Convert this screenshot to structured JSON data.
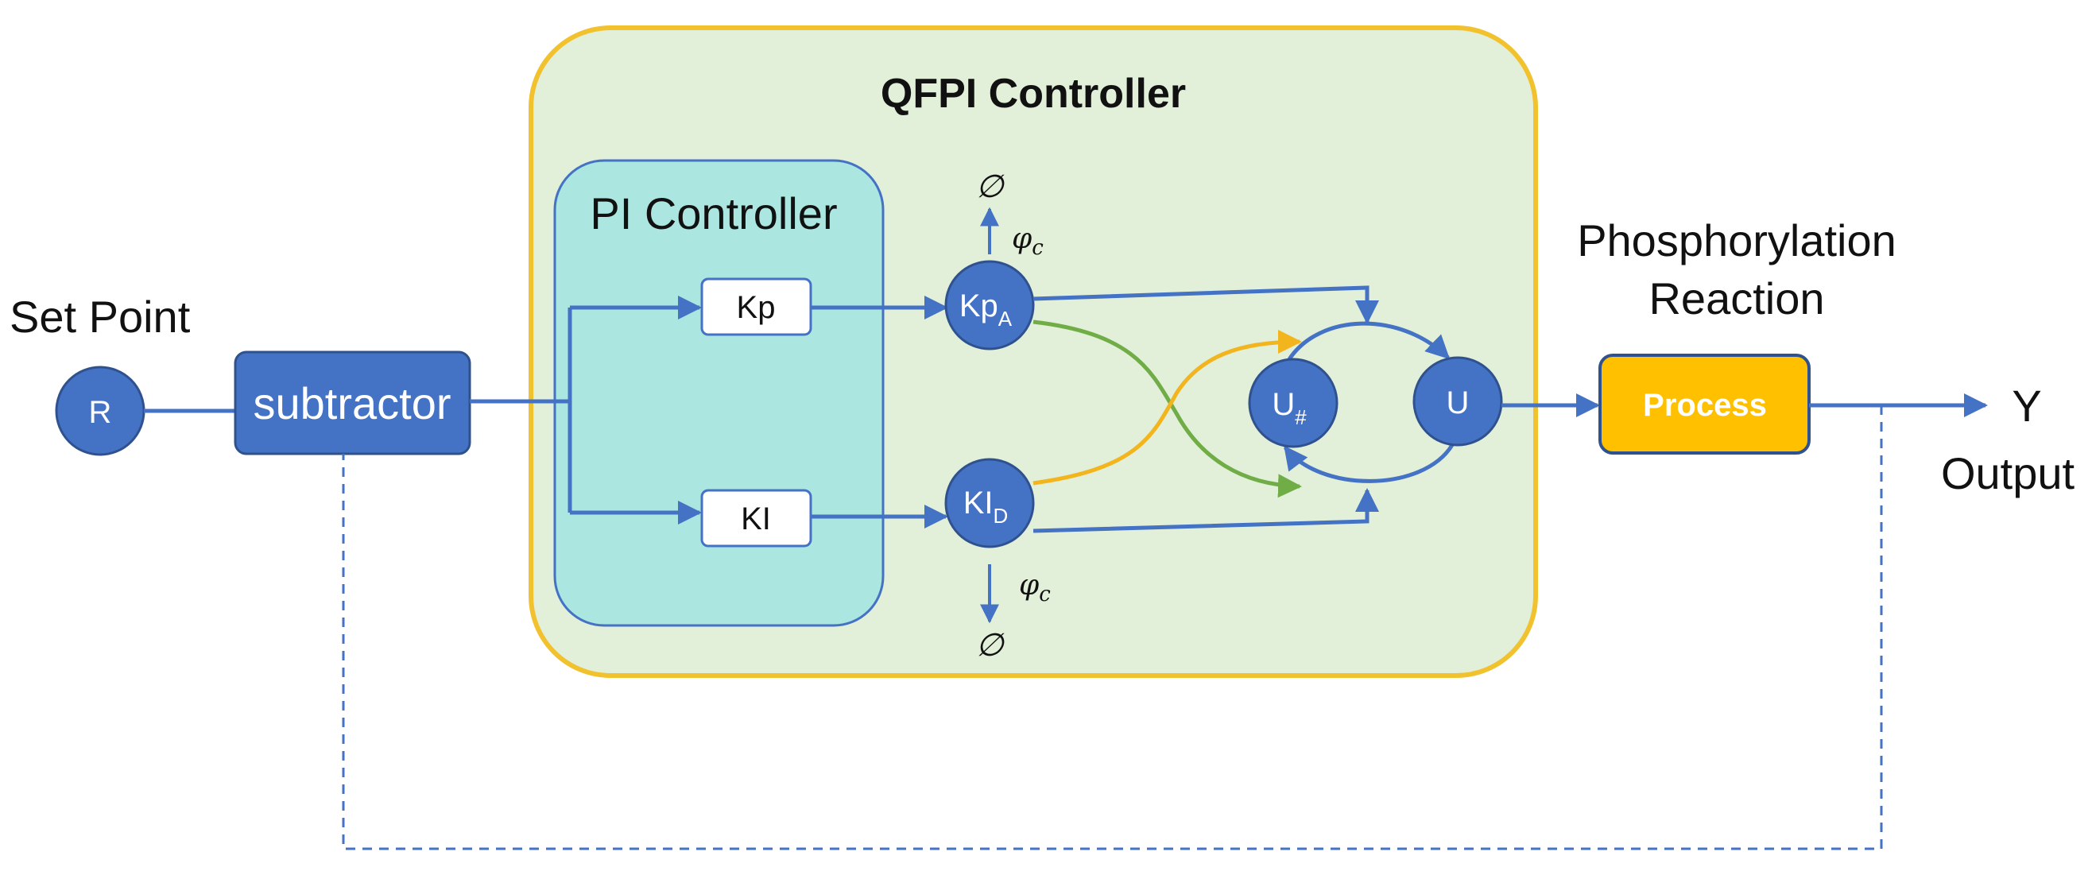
{
  "title": "QFPI Controller",
  "pi_title": "PI Controller",
  "set_point_label": "Set Point",
  "nodes": {
    "r": "R",
    "subtractor": "subtractor",
    "kp": "Kp",
    "ki": "KI",
    "kpa_main": "Kp",
    "kpa_sub": "A",
    "kid_main": "KI",
    "kid_sub": "D",
    "uhash_main": "U",
    "uhash_sub": "#",
    "u": "U",
    "process": "Process"
  },
  "degradation": {
    "null_top": "∅",
    "null_bottom": "∅",
    "phi_top_main": "φ",
    "phi_top_sub": "c",
    "phi_bottom_main": "φ",
    "phi_bottom_sub": "c"
  },
  "phosphorylation_line1": "Phosphorylation",
  "phosphorylation_line2": "Reaction",
  "output_y": "Y",
  "output_label": "Output",
  "colors": {
    "node_blue": "#4472c4",
    "process_orange": "#ffc000",
    "qfpi_fill": "#e2efd9",
    "qfpi_border": "#f2c22e",
    "pi_fill": "#abe6e0",
    "green_arrow": "#70ad47",
    "orange_arrow": "#f2b51d"
  }
}
